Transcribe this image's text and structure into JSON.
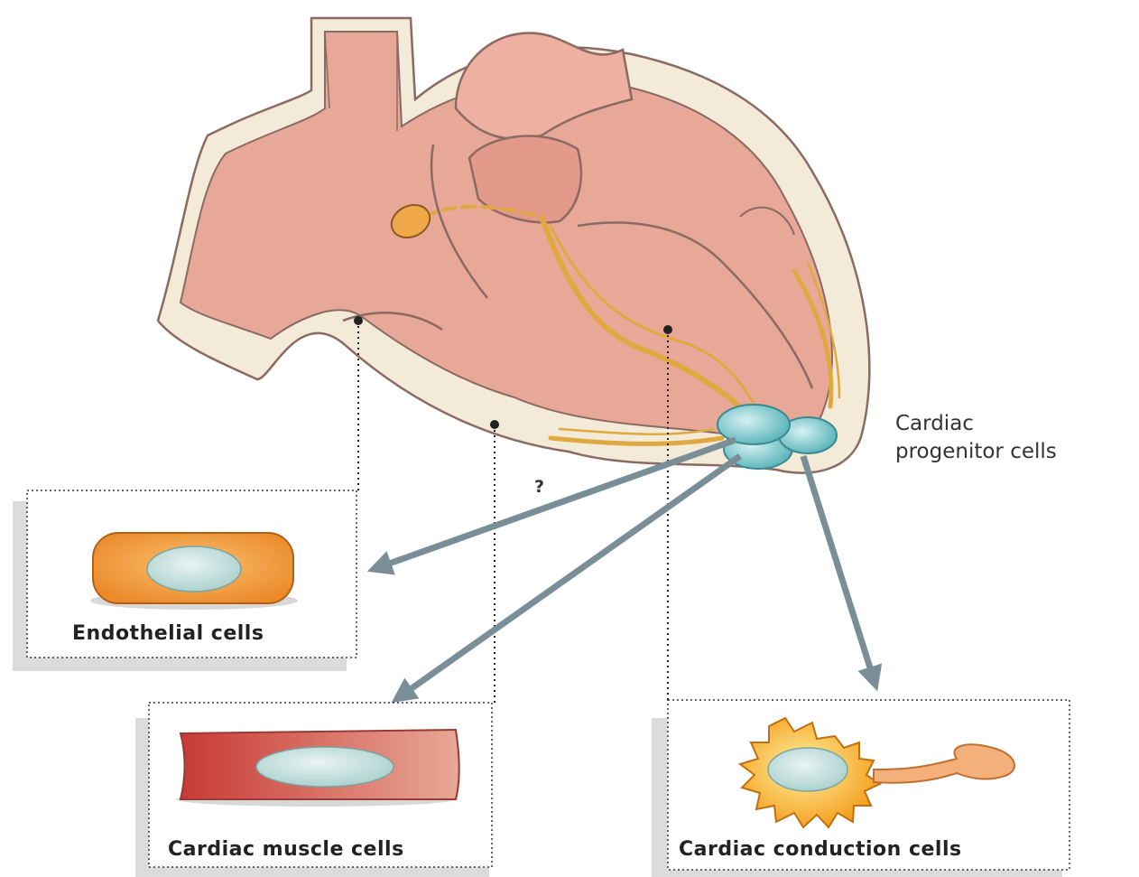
{
  "labels": {
    "progenitor_line1": "Cardiac",
    "progenitor_line2": "progenitor cells",
    "question_mark": "?",
    "endothelial": "Endothelial cells",
    "muscle": "Cardiac muscle cells",
    "conduction": "Cardiac conduction cells"
  },
  "colors": {
    "heart_fill": "#e8a898",
    "heart_outline": "#8a6a62",
    "myocardium_band": "#f5ecd8",
    "conduction_path": "#e0a840",
    "sinus_node": "#f0a848",
    "progenitor_cells": "#8fd0d4",
    "arrow": "#7a8e98",
    "endothelial_cell": "#f29a3a",
    "muscle_cell": "#d2504a",
    "conduction_cell": "#f6b21e",
    "nucleus": "#cfe6e4"
  },
  "icons": [
    "heart-illustration",
    "endothelial-cell-icon",
    "cardiac-muscle-cell-icon",
    "cardiac-conduction-cell-icon",
    "progenitor-cluster-icon"
  ]
}
